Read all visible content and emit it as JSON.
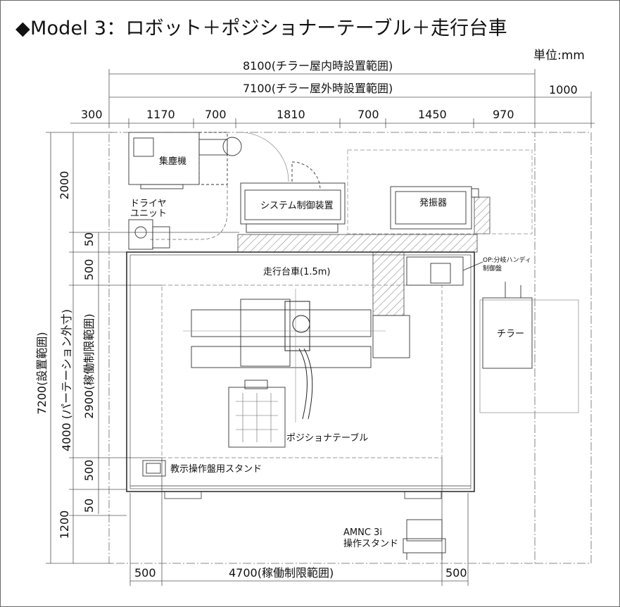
{
  "title": "◆Model 3：ロボット＋ポジショナーテーブル＋走行台車",
  "unit": "単位:mm",
  "dims_top": {
    "overall_inside": "8100(チラー屋内時設置範囲)",
    "overall_outside": "7100(チラー屋外時設置範囲)",
    "extra_right": "1000",
    "segments": [
      "300",
      "1170",
      "700",
      "1810",
      "700",
      "1450",
      "970"
    ]
  },
  "dims_left": {
    "total": "7200(設置範囲)",
    "partition": "4000 (パーテーション外寸)",
    "work_range": "2900(稼働制限範囲)",
    "segments": [
      "2000",
      "50",
      "500",
      "500",
      "50",
      "1200"
    ]
  },
  "dims_bottom": {
    "left": "500",
    "center": "4700(稼働制限範囲)",
    "right": "500"
  },
  "labels": {
    "dust_collector": "集塵機",
    "dryer_unit_line1": "ドライヤ",
    "dryer_unit_line2": "ユニット",
    "system_controller": "システム制御装置",
    "oscillator": "発振器",
    "traveling_cart": "走行台車(1.5m)",
    "op_handy": "OP:分岐ハンディ",
    "op_panel": "制御盤",
    "chiller": "チラー",
    "positioner_table": "ポジショナテーブル",
    "teach_pendant_stand": "教示操作盤用スタンド",
    "amnc_line1": "AMNC 3i",
    "amnc_line2": "操作スタンド"
  }
}
